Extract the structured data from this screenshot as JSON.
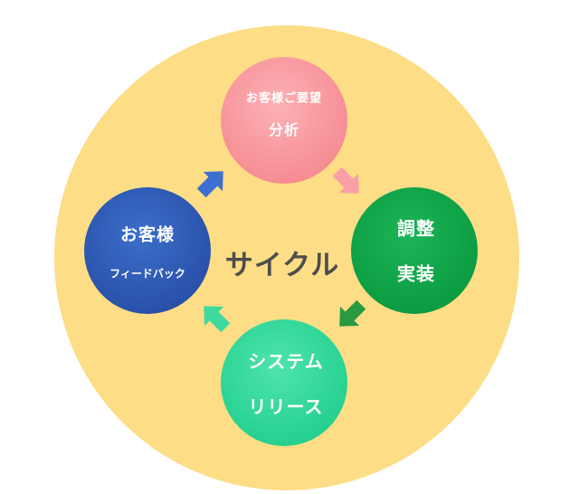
{
  "center": {
    "label": "サイクル"
  },
  "nodes": {
    "analysis": {
      "line1": "お客様ご要望",
      "line2": "分析",
      "color": "#f8959b"
    },
    "implement": {
      "line1": "調整",
      "line2": "実装",
      "color": "#12a64a"
    },
    "release": {
      "line1": "システム",
      "line2": "リリース",
      "color": "#35db9f"
    },
    "feedback": {
      "line1": "お客様",
      "line2": "フィードバック",
      "color": "#2f5db7"
    }
  },
  "colors": {
    "background_circle": "#fddd85",
    "arrow_pink": "#f8a0a6",
    "arrow_green": "#2a9a40",
    "arrow_mint": "#3fd9a0",
    "arrow_blue": "#3c6fd0"
  }
}
